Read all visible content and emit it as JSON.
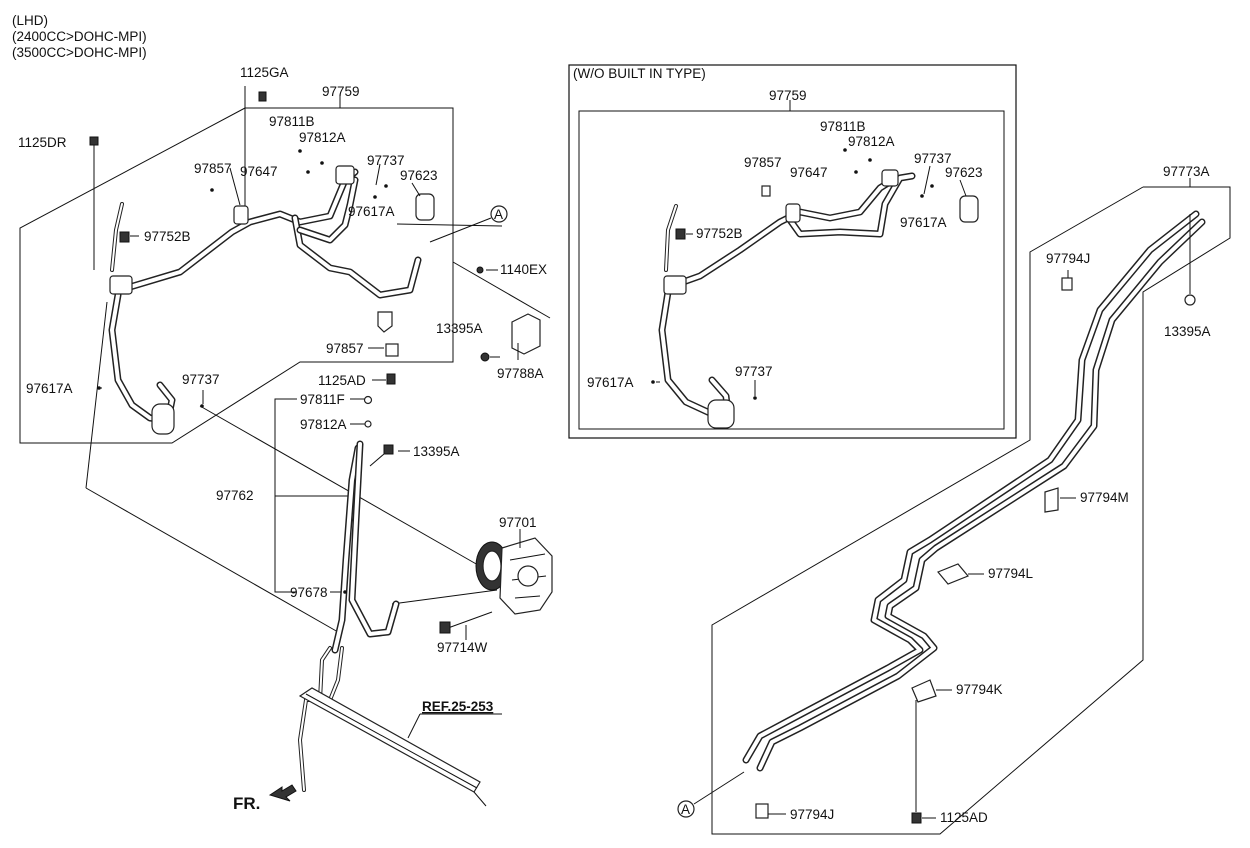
{
  "header": {
    "line1": "(LHD)",
    "line2": "(2400CC>DOHC-MPI)",
    "line3": "(3500CC>DOHC-MPI)"
  },
  "inset": {
    "title": "(W/O BUILT IN TYPE)",
    "labels": {
      "p97759": "97759",
      "p97811B": "97811B",
      "p97812A": "97812A",
      "p97857": "97857",
      "p97647": "97647",
      "p97737a": "97737",
      "p97623": "97623",
      "p97617A_top": "97617A",
      "p97752B": "97752B",
      "p97617A_left": "97617A",
      "p97737b": "97737"
    }
  },
  "main": {
    "labels": {
      "p1125GA": "1125GA",
      "p97759": "97759",
      "p1125DR": "1125DR",
      "p97811B": "97811B",
      "p97812A": "97812A",
      "p97857a": "97857",
      "p97647": "97647",
      "p97737a": "97737",
      "p97623": "97623",
      "p97617A_top": "97617A",
      "p97752B": "97752B",
      "p1140EX": "1140EX",
      "p13395A_a": "13395A",
      "p97788A": "97788A",
      "p97857b": "97857",
      "p1125AD": "1125AD",
      "p97617A_left": "97617A",
      "p97737b": "97737",
      "p97811F": "97811F",
      "p97812A_b": "97812A",
      "p13395A_b": "13395A",
      "p97762": "97762",
      "p97701": "97701",
      "p97678": "97678",
      "p97714W": "97714W",
      "ref": "REF.25-253",
      "fr": "FR.",
      "circleA": "A"
    }
  },
  "right": {
    "labels": {
      "p97773A": "97773A",
      "p97794J_top": "97794J",
      "p13395A": "13395A",
      "p97794M": "97794M",
      "p97794L": "97794L",
      "p97794K": "97794K",
      "p97794J_bottom": "97794J",
      "p1125AD": "1125AD",
      "circleA": "A"
    }
  }
}
